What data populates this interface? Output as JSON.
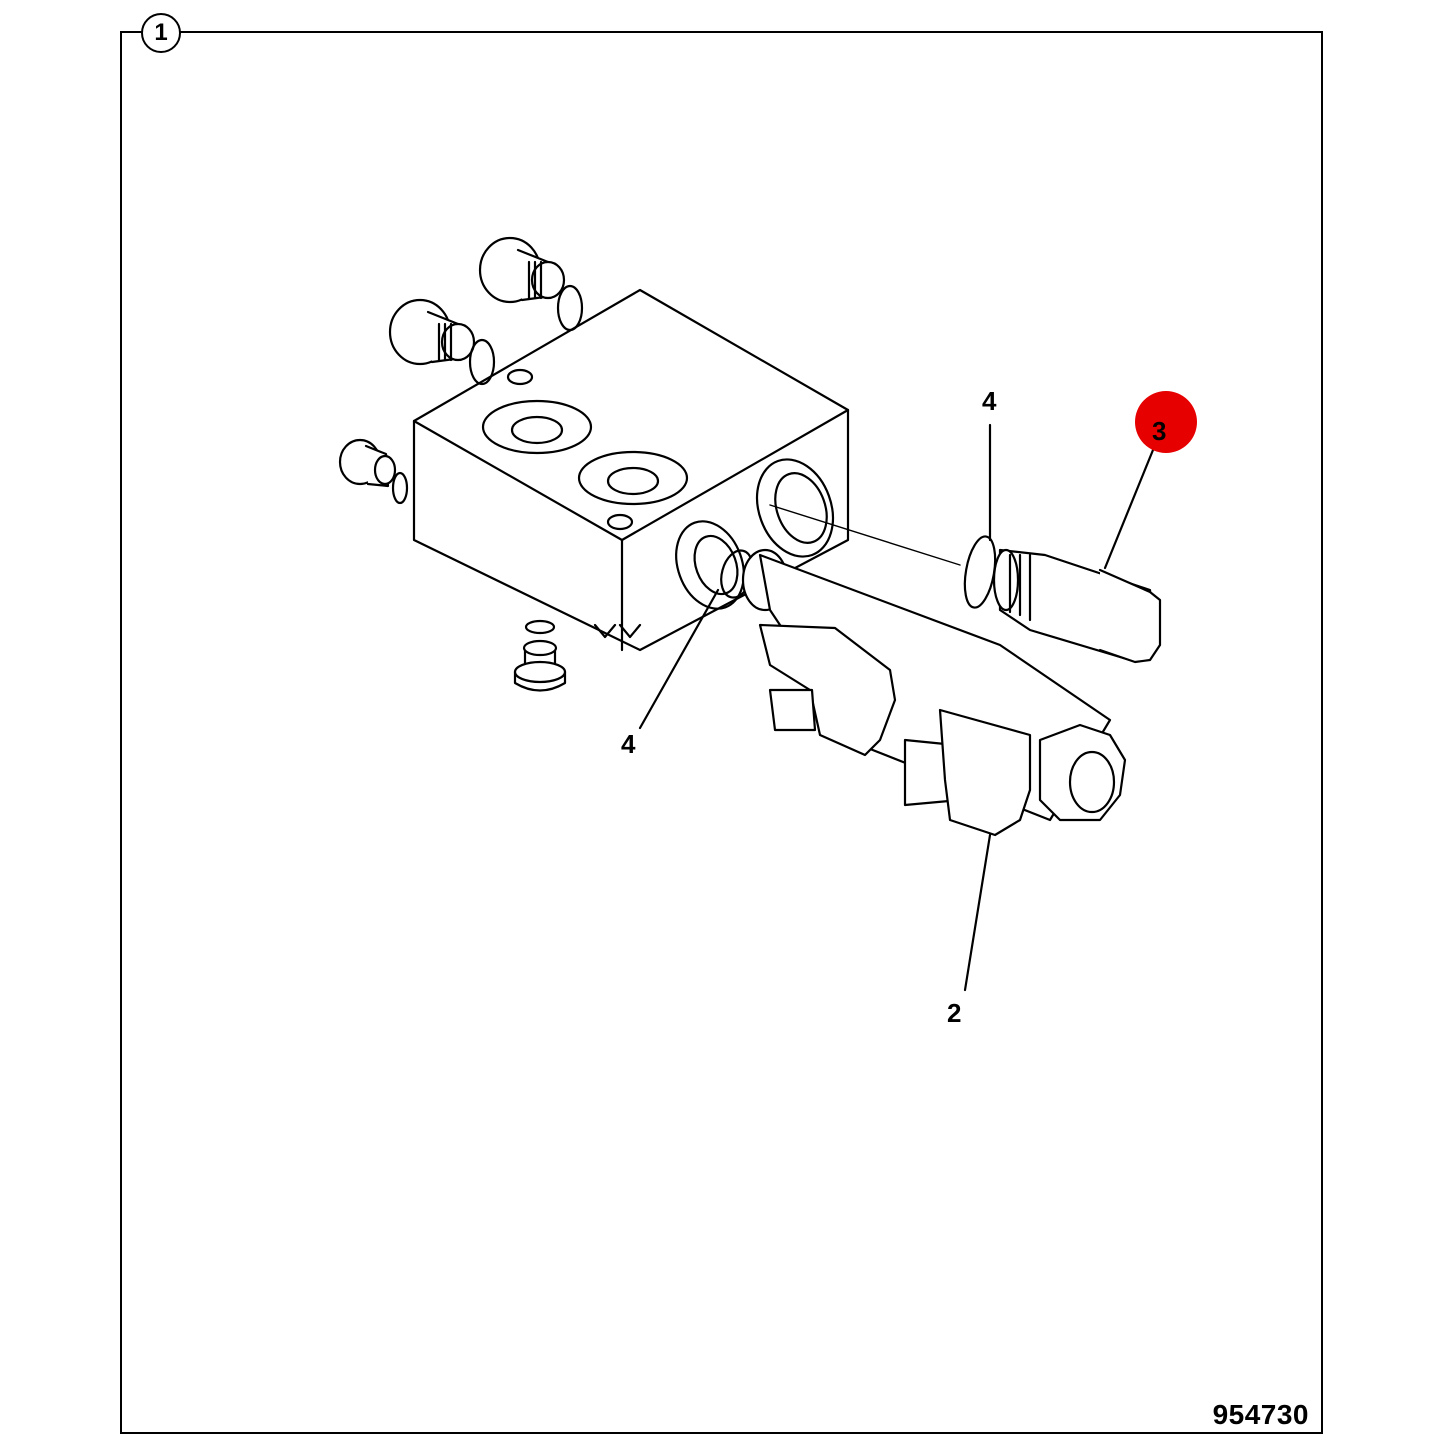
{
  "sheet": {
    "number": "1"
  },
  "drawing_id": "954730",
  "colors": {
    "highlight": "#e60000",
    "line": "#000000",
    "background": "#ffffff"
  },
  "callouts": [
    {
      "id": "c4-top",
      "label": "4",
      "highlighted": false
    },
    {
      "id": "c3",
      "label": "3",
      "highlighted": true
    },
    {
      "id": "c4-bottom",
      "label": "4",
      "highlighted": false
    },
    {
      "id": "c2",
      "label": "2",
      "highlighted": false
    }
  ]
}
